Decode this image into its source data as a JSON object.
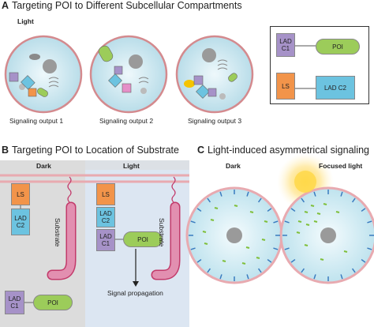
{
  "panelA": {
    "letter": "A",
    "title": "Targeting POI to Different Subcellular Compartments",
    "condition": "Light",
    "outputs": [
      "Signaling output 1",
      "Signaling output 2",
      "Signaling output 3"
    ]
  },
  "legend": {
    "lad_c1": "LAD C1",
    "poi": "POI",
    "ls": "LS",
    "lad_c2": "LAD C2"
  },
  "panelB": {
    "letter": "B",
    "title": "Targeting POI to Location of Substrate",
    "dark": "Dark",
    "light": "Light",
    "ls": "LS",
    "lad_c2": "LAD C2",
    "lad_c1": "LAD C1",
    "poi": "POI",
    "substrate": "Substrate",
    "signal": "Signal propagation"
  },
  "panelC": {
    "letter": "C",
    "title": "Light-induced asymmetrical signaling",
    "dark": "Dark",
    "focused": "Focused light"
  },
  "colors": {
    "purple": "#a692c8",
    "green": "#9ccc5a",
    "orange": "#f2944a",
    "blue": "#6cc3e0",
    "membrane": "#e8aab0",
    "substrate": "#c23a6a",
    "darkbg": "#dcdcdc",
    "lightbg": "#dce6f2"
  }
}
